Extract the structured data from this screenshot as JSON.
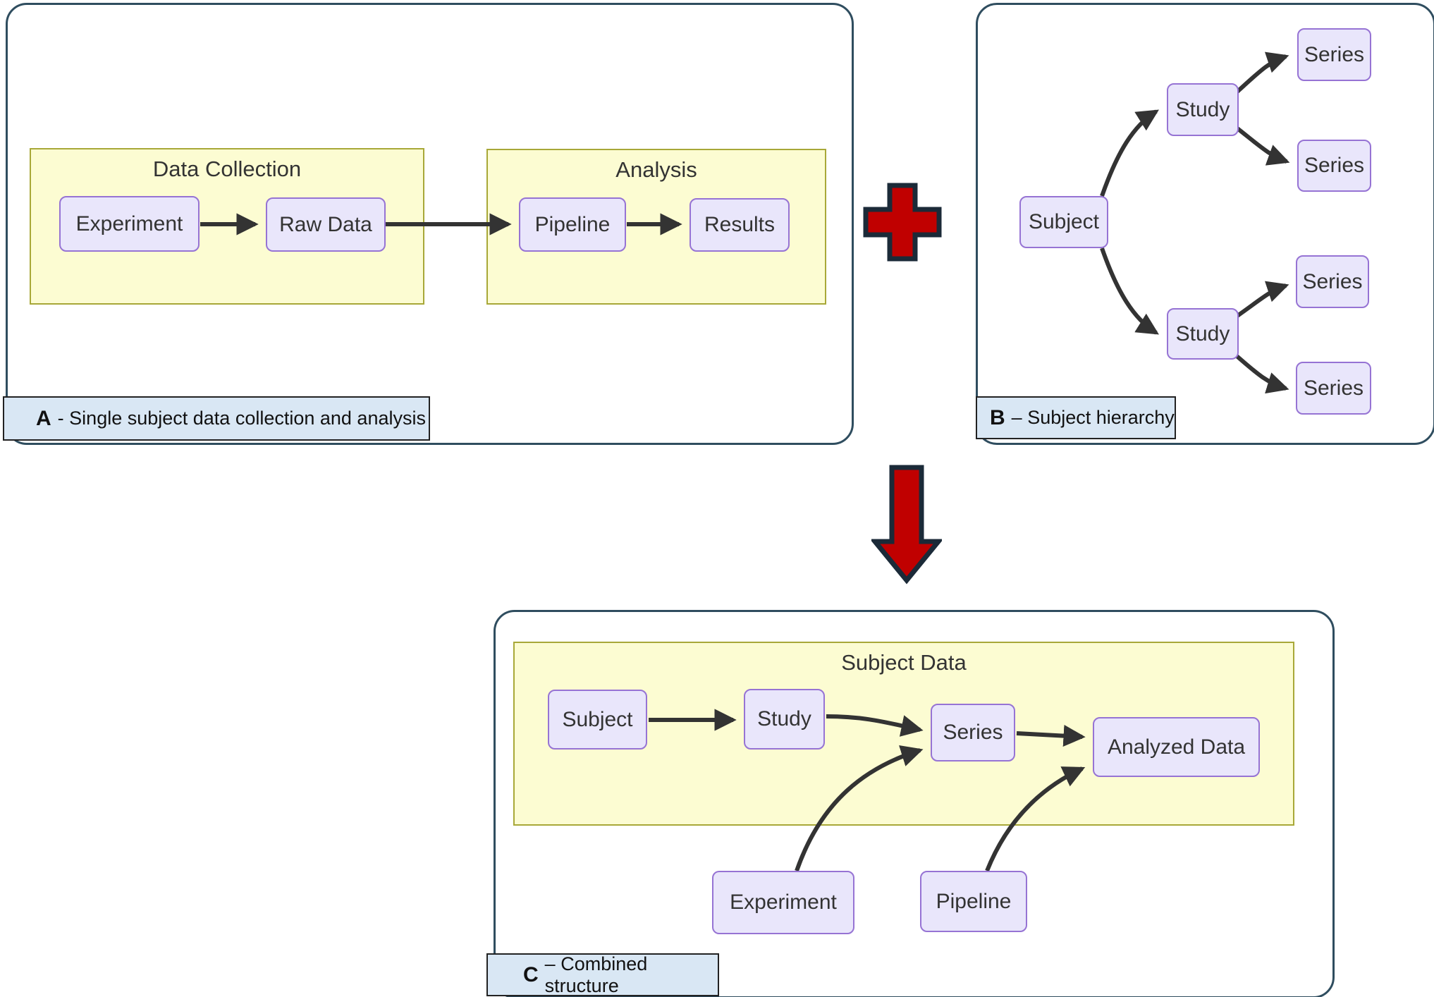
{
  "colors": {
    "node_fill": "#e9e6fb",
    "node_border": "#9673d4",
    "group_fill": "#fcfcd2",
    "group_border": "#a8a838",
    "panel_border": "#2f4d5f",
    "label_fill": "#d9e7f4",
    "arrow": "#333333",
    "operator_red": "#c00000",
    "operator_outline": "#1b2a38"
  },
  "panels": {
    "a": {
      "label_letter": "A",
      "label_text": "- Single subject data collection and analysis",
      "groups": {
        "data_collection": {
          "title": "Data Collection",
          "nodes": {
            "experiment": "Experiment",
            "raw_data": "Raw Data"
          }
        },
        "analysis": {
          "title": "Analysis",
          "nodes": {
            "pipeline": "Pipeline",
            "results": "Results"
          }
        }
      },
      "edges": [
        {
          "from": "Experiment",
          "to": "Raw Data"
        },
        {
          "from": "Raw Data",
          "to": "Pipeline"
        },
        {
          "from": "Pipeline",
          "to": "Results"
        }
      ]
    },
    "b": {
      "label_letter": "B",
      "label_text": "– Subject hierarchy",
      "nodes": {
        "subject": "Subject",
        "study_top": "Study",
        "study_bottom": "Study",
        "series_1": "Series",
        "series_2": "Series",
        "series_3": "Series",
        "series_4": "Series"
      },
      "edges": [
        {
          "from": "Subject",
          "to": "Study (top)"
        },
        {
          "from": "Subject",
          "to": "Study (bottom)"
        },
        {
          "from": "Study (top)",
          "to": "Series 1"
        },
        {
          "from": "Study (top)",
          "to": "Series 2"
        },
        {
          "from": "Study (bottom)",
          "to": "Series 3"
        },
        {
          "from": "Study (bottom)",
          "to": "Series 4"
        }
      ]
    },
    "c": {
      "label_letter": "C",
      "label_text": "– Combined structure",
      "group": {
        "title": "Subject Data",
        "nodes": {
          "subject": "Subject",
          "study": "Study",
          "series": "Series",
          "analyzed_data": "Analyzed Data"
        }
      },
      "nodes": {
        "experiment": "Experiment",
        "pipeline": "Pipeline"
      },
      "edges": [
        {
          "from": "Subject",
          "to": "Study"
        },
        {
          "from": "Study",
          "to": "Series"
        },
        {
          "from": "Series",
          "to": "Analyzed Data"
        },
        {
          "from": "Experiment",
          "to": "Series"
        },
        {
          "from": "Pipeline",
          "to": "Analyzed Data"
        }
      ]
    }
  },
  "operators": {
    "plus": "plus between panel A and panel B",
    "down_arrow": "arrow from A+B to panel C"
  }
}
